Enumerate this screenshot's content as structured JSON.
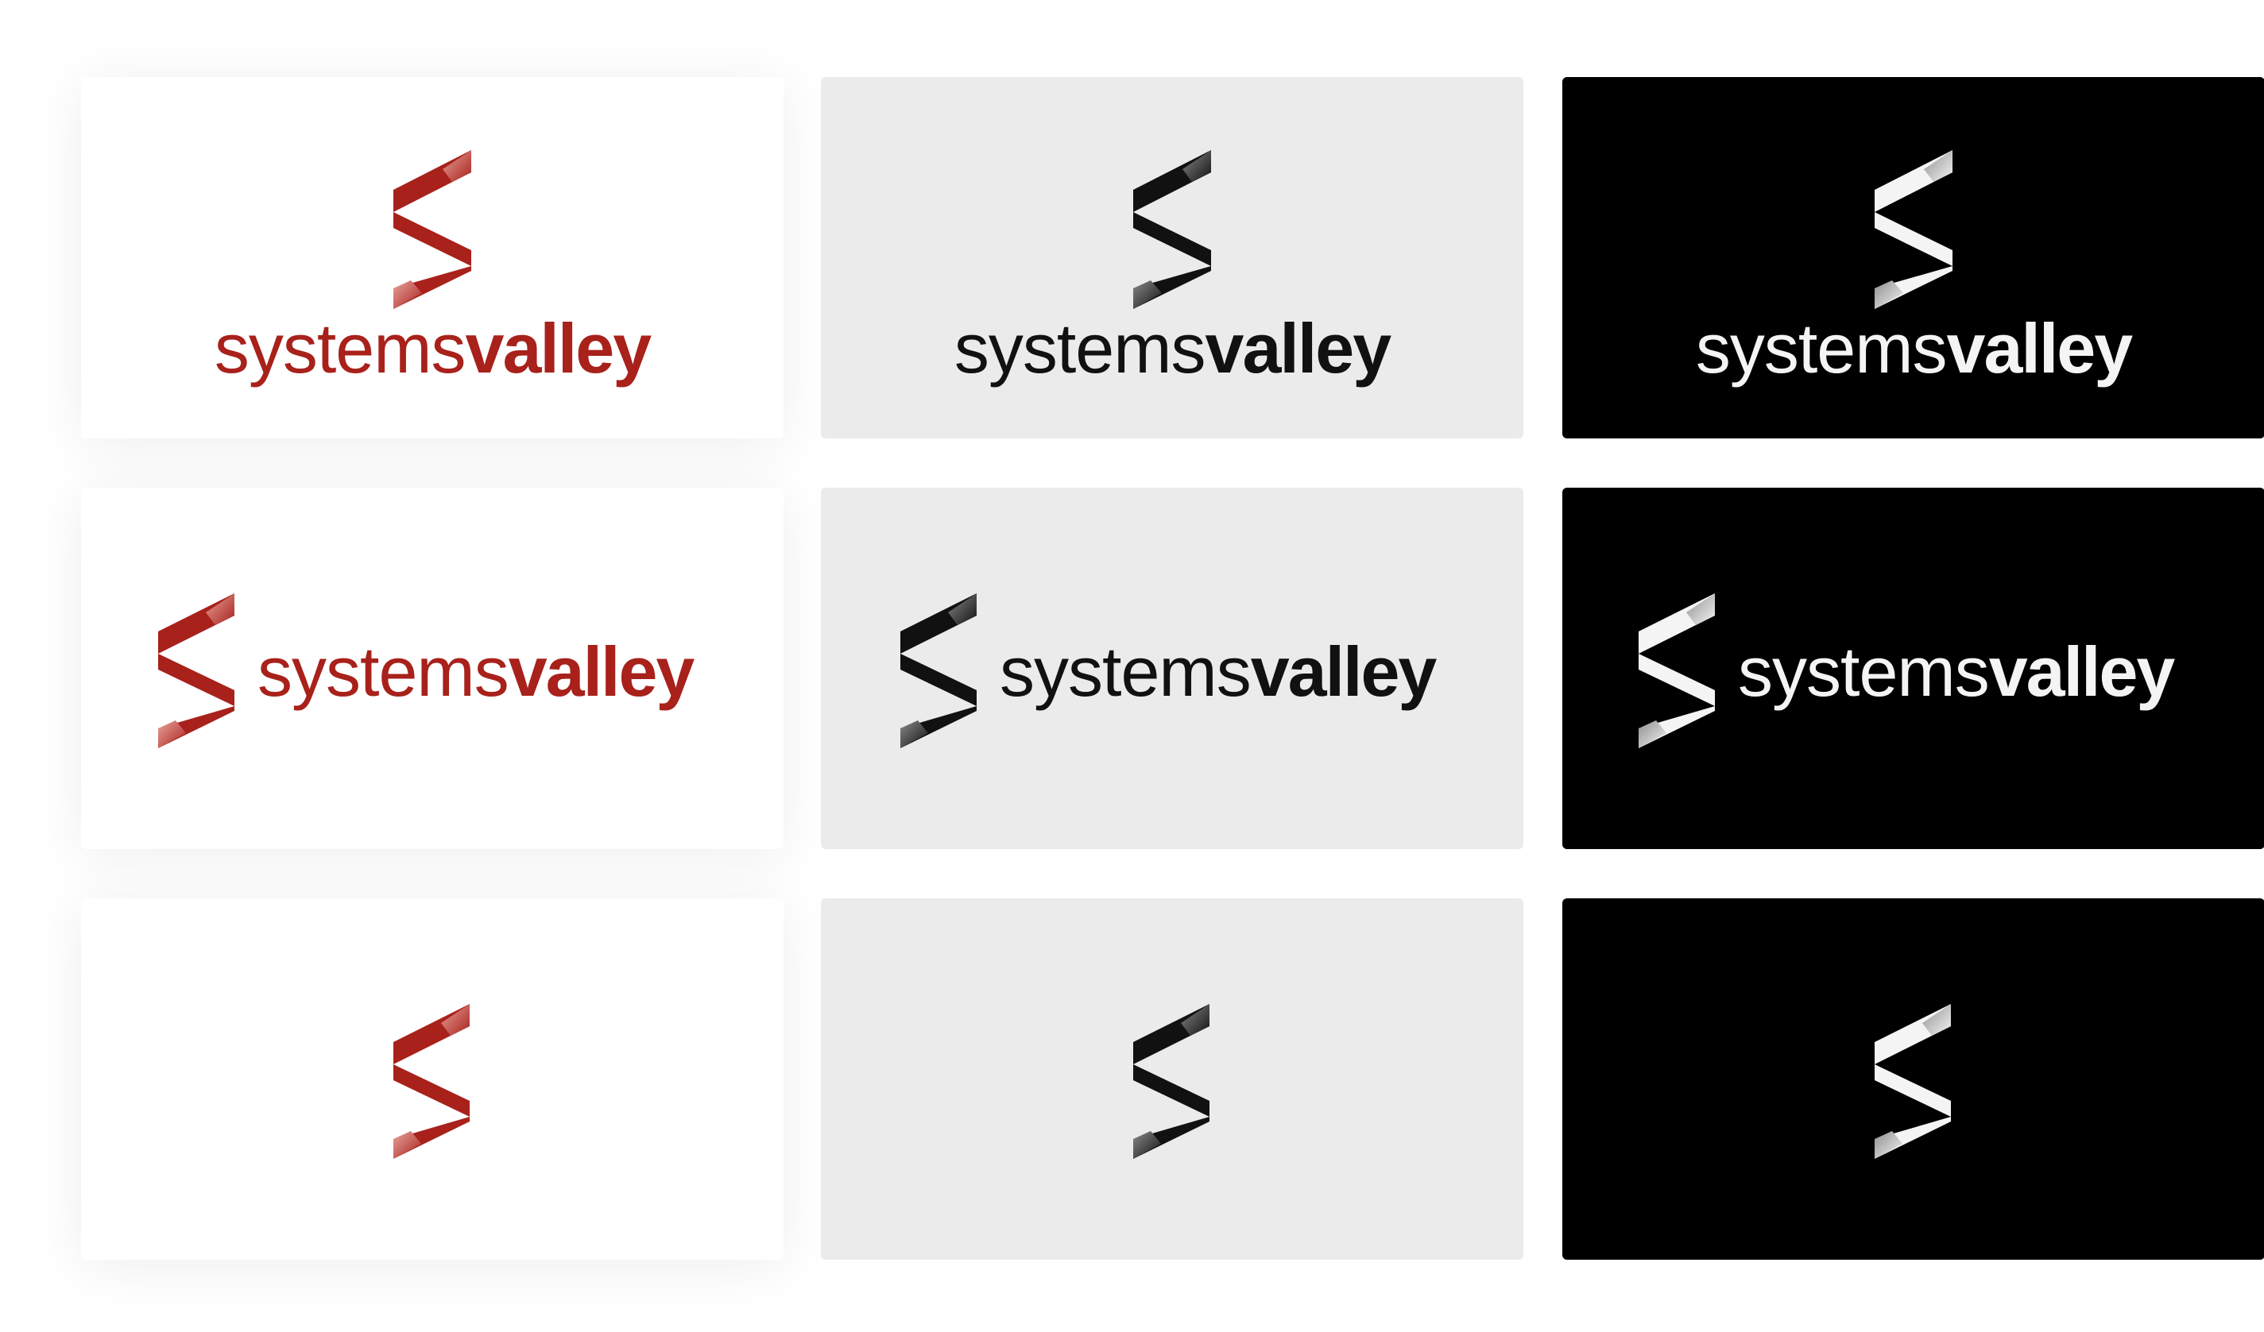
{
  "brand": {
    "wordmark_light": "systems",
    "wordmark_bold": "valley",
    "mark_icon": "s-ribbon-icon"
  },
  "colors": {
    "red": "#a8211b",
    "black": "#111111",
    "white": "#f4f4f4",
    "background_white": "#ffffff",
    "background_grey": "#ebebeb",
    "background_black": "#000000"
  },
  "variants": [
    {
      "layout": "stacked",
      "theme": "red-on-white"
    },
    {
      "layout": "stacked",
      "theme": "black-on-grey"
    },
    {
      "layout": "stacked",
      "theme": "white-on-black"
    },
    {
      "layout": "horizontal",
      "theme": "red-on-white"
    },
    {
      "layout": "horizontal",
      "theme": "black-on-grey"
    },
    {
      "layout": "horizontal",
      "theme": "white-on-black"
    },
    {
      "layout": "mark-only",
      "theme": "red-on-white"
    },
    {
      "layout": "mark-only",
      "theme": "black-on-grey"
    },
    {
      "layout": "mark-only",
      "theme": "white-on-black"
    }
  ]
}
